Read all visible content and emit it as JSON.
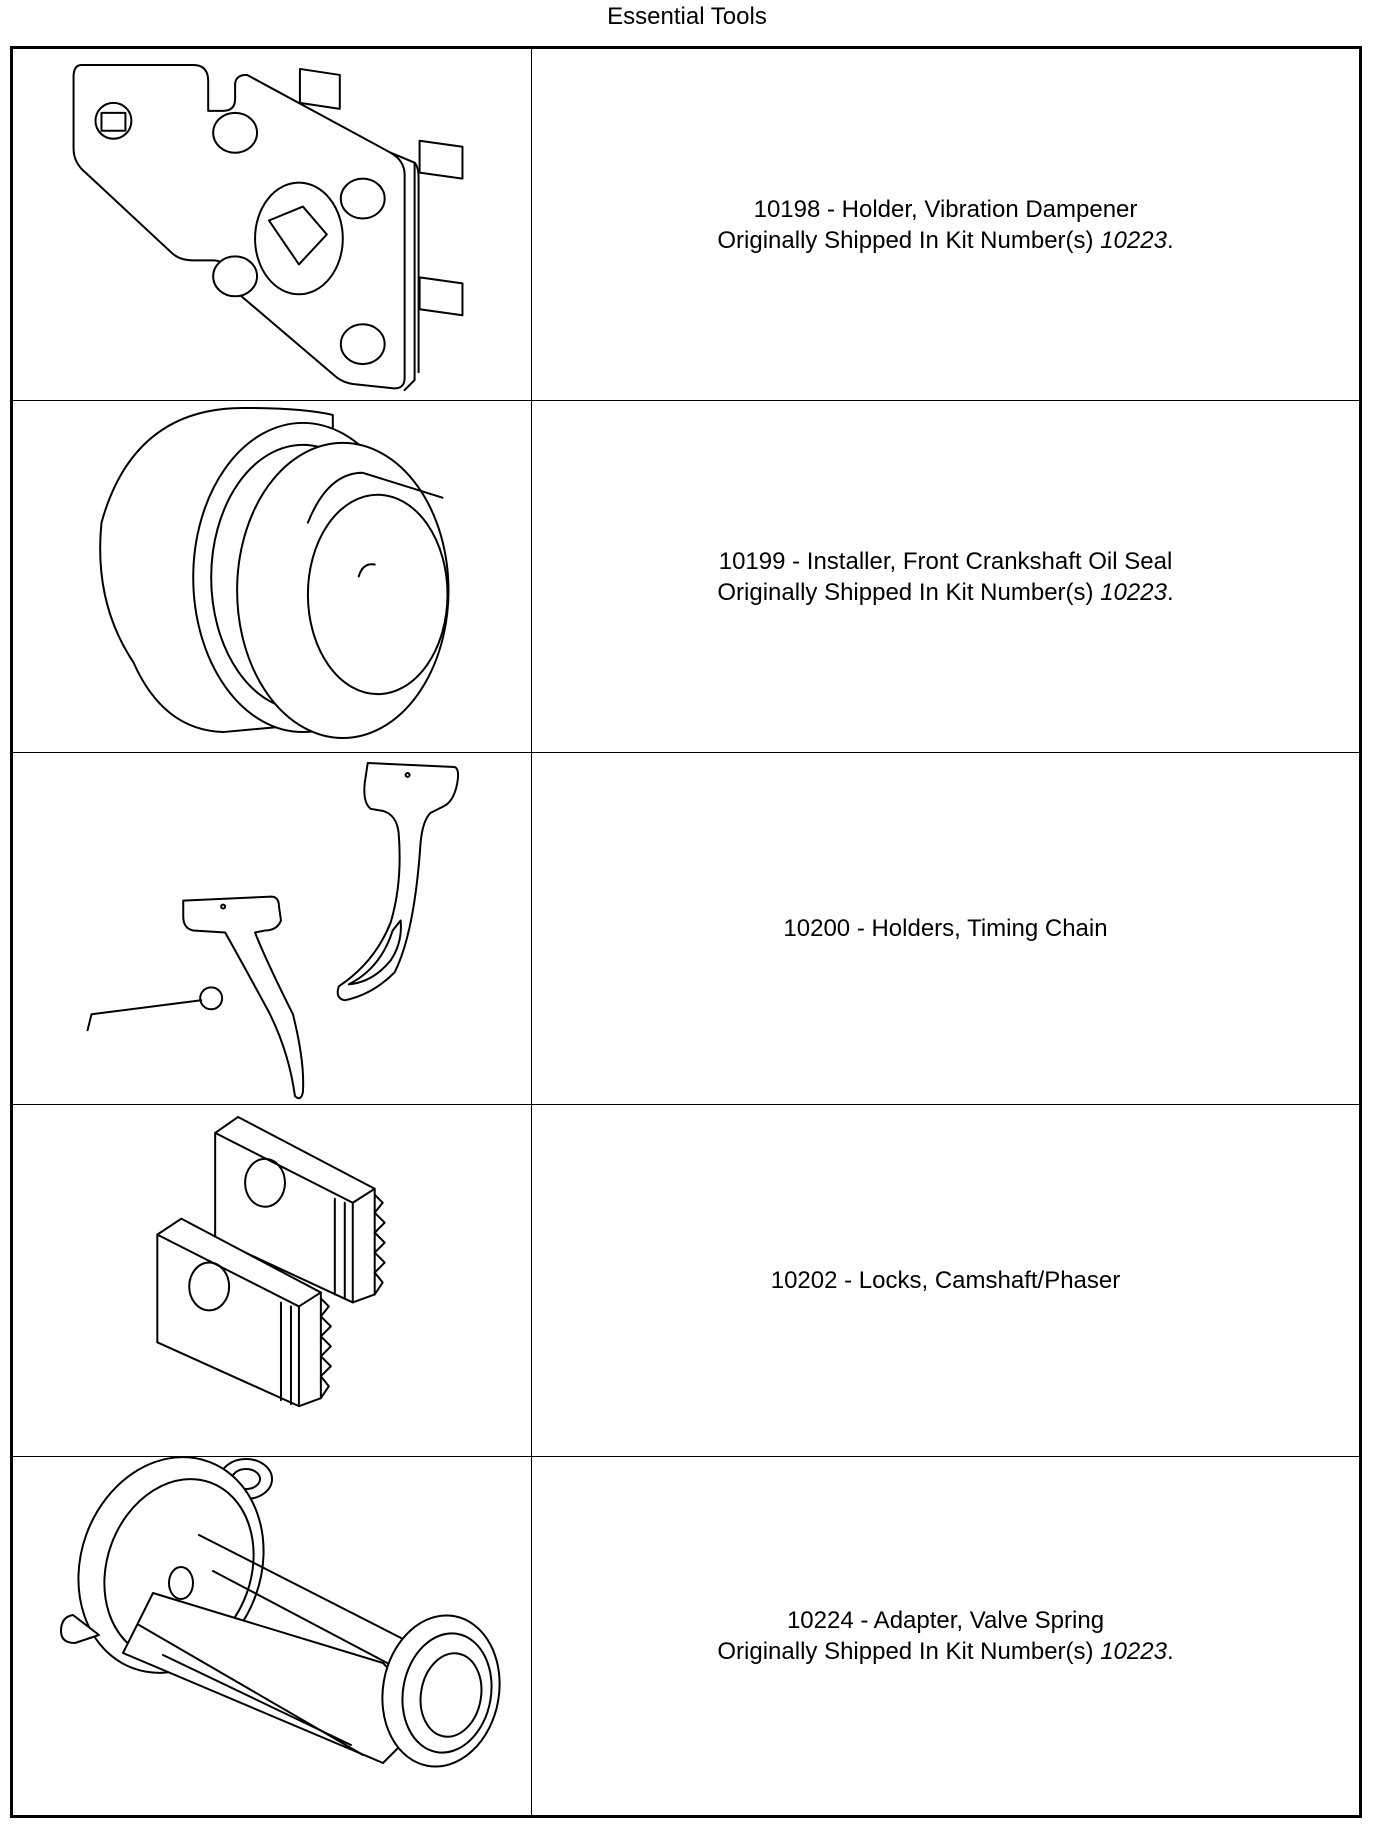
{
  "page_title": "Essential Tools",
  "rows": [
    {
      "description": "10198 - Holder, Vibration Dampener",
      "shipped_prefix": "Originally Shipped In Kit Number(s)",
      "kit": "10223",
      "suffix": "."
    },
    {
      "description": "10199 - Installer, Front Crankshaft Oil Seal",
      "shipped_prefix": "Originally Shipped In Kit Number(s)",
      "kit": "10223",
      "suffix": "."
    },
    {
      "description": "10200 - Holders, Timing Chain"
    },
    {
      "description": "10202 - Locks, Camshaft/Phaser"
    },
    {
      "description": "10224 - Adapter, Valve Spring",
      "shipped_prefix": "Originally Shipped In Kit Number(s)",
      "kit": "10223",
      "suffix": "."
    }
  ],
  "icons": [
    "vibration-dampener-holder-icon",
    "crankshaft-seal-installer-icon",
    "timing-chain-holders-icon",
    "camshaft-phaser-locks-icon",
    "valve-spring-adapter-icon"
  ]
}
